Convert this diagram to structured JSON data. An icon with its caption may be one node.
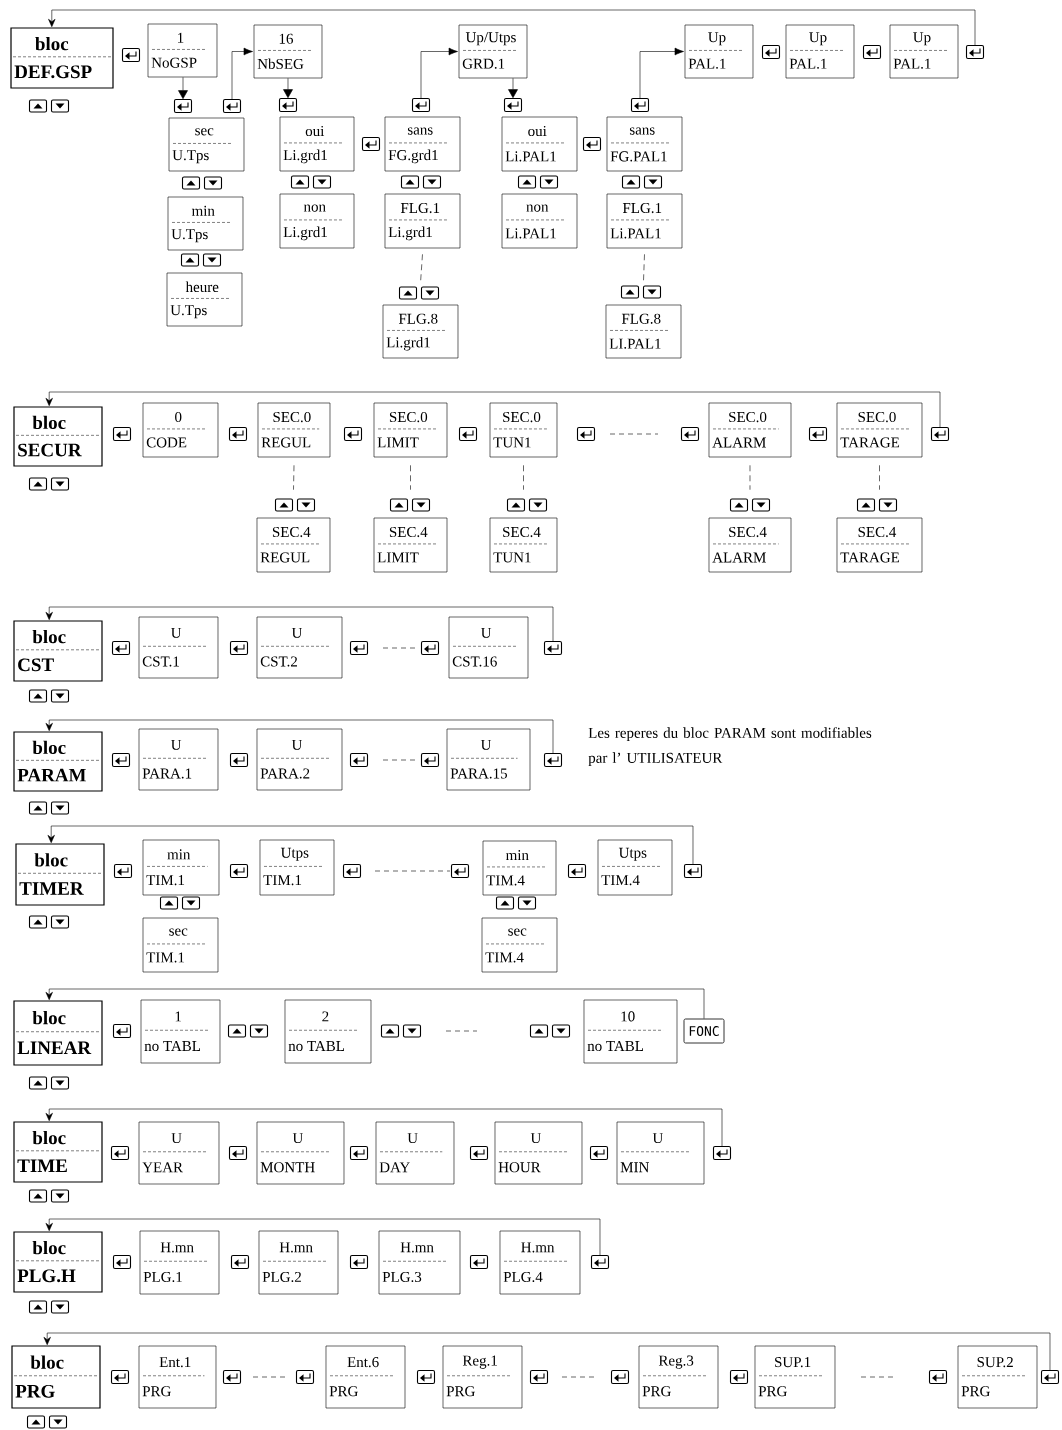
{
  "diagram": {
    "nodes": [
      {
        "text": [
          "bloc",
          "DEF.GSP"
        ]
      },
      {
        "text": [
          "1",
          "NoGSP"
        ]
      },
      {
        "text": [
          "16",
          "NbSEG"
        ]
      },
      {
        "text": [
          "Up/Utps",
          "GRD.1"
        ]
      },
      {
        "text": [
          "Up",
          "PAL.1"
        ]
      },
      {
        "text": [
          "Up",
          "PAL.1"
        ]
      },
      {
        "text": [
          "Up",
          "PAL.1"
        ]
      },
      {
        "text": [],
        "shape": "picture"
      },
      {
        "text": [],
        "shape": "picture"
      },
      {
        "text": [],
        "shape": "picture"
      },
      {
        "text": [],
        "shape": "picture"
      },
      {
        "text": [],
        "shape": "picture"
      },
      {
        "text": [],
        "shape": "picture"
      },
      {
        "text": [],
        "shape": "picture"
      },
      {
        "text": [
          "sec",
          "U.Tps"
        ]
      },
      {
        "text": [
          "oui",
          "Li.grd1"
        ]
      },
      {
        "text": [
          "sans",
          "FG.grd1"
        ]
      },
      {
        "text": [
          "oui",
          "Li.PAL1"
        ]
      },
      {
        "text": [
          "sans",
          "FG.PAL1"
        ]
      },
      {
        "text": [
          "min",
          "U.Tps"
        ]
      },
      {
        "text": [
          "non",
          "Li.grd1"
        ]
      },
      {
        "text": [
          "FLG.1",
          "Li.grd1"
        ]
      },
      {
        "text": [
          "non",
          "Li.PAL1"
        ]
      },
      {
        "text": [
          "FLG.1",
          "Li.PAL1"
        ]
      },
      {
        "text": [
          "heure",
          "U.Tps"
        ]
      },
      {
        "text": [
          "FLG.8",
          "Li.grd1"
        ]
      },
      {
        "text": [
          "FLG.8",
          "LI.PAL1"
        ]
      },
      {
        "text": [
          "bloc",
          "SECUR"
        ]
      },
      {
        "text": [
          "0",
          "CODE"
        ]
      },
      {
        "text": [
          "SEC.0",
          "REGUL"
        ]
      },
      {
        "text": [
          "SEC.0",
          "LIMIT"
        ]
      },
      {
        "text": [
          "SEC.0",
          "TUN1"
        ]
      },
      {
        "text": [
          "SEC.0",
          "ALARM"
        ]
      },
      {
        "text": [
          "SEC.0",
          "TARAGE"
        ]
      },
      {
        "text": [],
        "shape": "picture"
      },
      {
        "text": [
          "SEC.4",
          "REGUL"
        ]
      },
      {
        "text": [
          "SEC.4",
          "LIMIT"
        ]
      },
      {
        "text": [
          "SEC.4",
          "TUN1"
        ]
      },
      {
        "text": [
          "SEC.4",
          "ALARM"
        ]
      },
      {
        "text": [
          "SEC.4",
          "TARAGE"
        ]
      },
      {
        "text": [
          "bloc",
          "CST"
        ]
      },
      {
        "text": [
          "U",
          "CST.1"
        ]
      },
      {
        "text": [
          "U",
          "CST.2"
        ]
      },
      {
        "text": [
          "U",
          "CST.16"
        ]
      },
      {
        "text": [],
        "shape": "picture"
      },
      {
        "text": [
          "bloc",
          "PARAM"
        ]
      },
      {
        "text": [
          "U",
          "PARA.1"
        ]
      },
      {
        "text": [
          "U",
          "PARA.2"
        ]
      },
      {
        "text": [
          "U",
          "PARA.15"
        ]
      },
      {
        "text": [],
        "shape": "picture"
      },
      {
        "text": [
          "bloc",
          "TIMER"
        ]
      },
      {
        "text": [
          "min",
          "TIM.1"
        ]
      },
      {
        "text": [
          "Utps",
          "TIM.1"
        ]
      },
      {
        "text": [
          "min",
          "TIM.4"
        ]
      },
      {
        "text": [
          "Utps",
          "TIM.4"
        ]
      },
      {
        "text": [],
        "shape": "picture"
      },
      {
        "text": [
          "sec",
          "TIM.1"
        ]
      },
      {
        "text": [
          "sec",
          "TIM.4"
        ]
      },
      {
        "text": [
          "bloc",
          "LINEAR"
        ]
      },
      {
        "text": [
          "1",
          "no TABL"
        ]
      },
      {
        "text": [
          "2",
          "no TABL"
        ]
      },
      {
        "text": [
          "10",
          "no TABL"
        ]
      },
      {
        "text": [
          "FONC"
        ]
      },
      {
        "text": [
          "bloc",
          "TIME"
        ]
      },
      {
        "text": [
          "U",
          "YEAR"
        ]
      },
      {
        "text": [
          "U",
          "MONTH"
        ]
      },
      {
        "text": [
          "U",
          "DAY"
        ]
      },
      {
        "text": [
          "U",
          "HOUR"
        ]
      },
      {
        "text": [
          "U",
          "MIN"
        ]
      },
      {
        "text": [],
        "shape": "picture"
      },
      {
        "text": [
          "bloc",
          "PLG.H"
        ]
      },
      {
        "text": [
          "H.mn",
          "PLG.1"
        ]
      },
      {
        "text": [
          "H.mn",
          "PLG.2"
        ]
      },
      {
        "text": [
          "H.mn",
          "PLG.3"
        ]
      },
      {
        "text": [
          "H.mn",
          "PLG.4"
        ]
      },
      {
        "text": [],
        "shape": "picture"
      },
      {
        "text": [
          "bloc",
          "PRG"
        ]
      },
      {
        "text": [
          "Ent.1",
          "PRG"
        ]
      },
      {
        "text": [
          "Ent.6",
          "PRG"
        ]
      },
      {
        "text": [
          "Reg.1",
          "PRG"
        ]
      },
      {
        "text": [
          "Reg.3",
          "PRG"
        ]
      },
      {
        "text": [
          "SUP.1",
          "PRG"
        ]
      },
      {
        "text": [
          "SUP.2",
          "PRG"
        ]
      },
      {
        "text": [],
        "shape": "picture"
      }
    ],
    "edges": [
      {
        "from": 7,
        "to": 0,
        "arrow": "to"
      },
      {
        "from": 1,
        "to": 8,
        "arrow": "to"
      },
      {
        "from": 9,
        "to": 2,
        "arrow": "to"
      },
      {
        "from": 2,
        "to": 10,
        "arrow": "to"
      },
      {
        "from": 11,
        "to": 3,
        "arrow": "to"
      },
      {
        "from": 3,
        "to": 12,
        "arrow": "to"
      },
      {
        "from": 13,
        "to": 4,
        "arrow": "to"
      },
      {
        "from": 21,
        "to": 25,
        "arrow": "none",
        "style": "dashed"
      },
      {
        "from": 23,
        "to": 26,
        "arrow": "none",
        "style": "dashed"
      },
      {
        "from": 34,
        "to": 27,
        "arrow": "to"
      },
      {
        "from": 29,
        "to": 35,
        "arrow": "none",
        "style": "dashed"
      },
      {
        "from": 30,
        "to": 36,
        "arrow": "none",
        "style": "dashed"
      },
      {
        "from": 31,
        "to": 37,
        "arrow": "none",
        "style": "dashed"
      },
      {
        "from": 32,
        "to": 38,
        "arrow": "none",
        "style": "dashed"
      },
      {
        "from": 33,
        "to": 39,
        "arrow": "none",
        "style": "dashed"
      },
      {
        "from": 44,
        "to": 40,
        "arrow": "to"
      },
      {
        "from": 49,
        "to": 45,
        "arrow": "to"
      },
      {
        "from": 55,
        "to": 50,
        "arrow": "to"
      },
      {
        "from": 62,
        "to": 58,
        "arrow": "to"
      },
      {
        "from": 69,
        "to": 63,
        "arrow": "to"
      },
      {
        "from": 75,
        "to": 70,
        "arrow": "to"
      },
      {
        "from": 83,
        "to": 76,
        "arrow": "to"
      }
    ],
    "labels": [
      "Les reperes du bloc PARAM sont modifiables par l’ UTILISATEUR"
    ]
  }
}
